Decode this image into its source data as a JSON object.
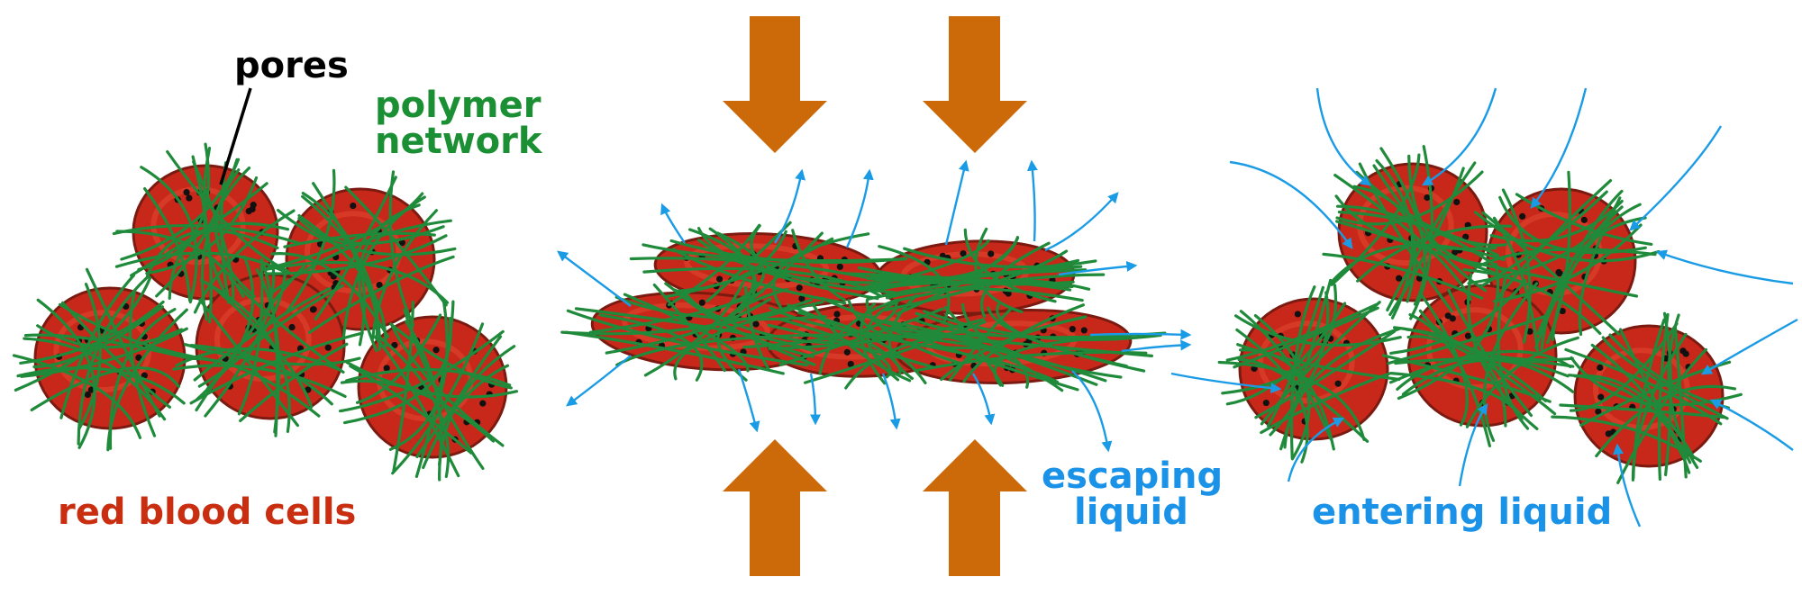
{
  "labels": {
    "pores": "pores",
    "polymer_line1": "polymer",
    "polymer_line2": "network",
    "red_blood_cells": "red blood cells",
    "escaping_line1": "escaping",
    "escaping_line2": "liquid",
    "entering": "entering liquid"
  },
  "colors": {
    "cell_fill": "#c8281a",
    "cell_stroke": "#7a1a10",
    "cell_highlight": "#e0462e",
    "network": "#1f8a3a",
    "liquid": "#1a9be6",
    "arrow": "#cc6a0a",
    "pore": "#111111",
    "label_black": "#000000",
    "label_green": "#1a8f33",
    "label_red": "#c92e10",
    "label_blue": "#1a92e8"
  }
}
